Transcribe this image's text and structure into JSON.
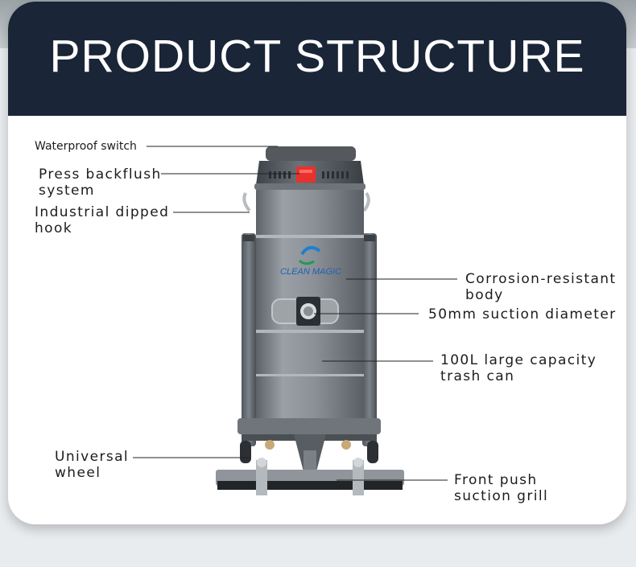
{
  "header": {
    "title": "PRODUCT STRUCTURE"
  },
  "product": {
    "logo_text": "CLEAN MAGIC"
  },
  "callouts": {
    "waterproof_switch": [
      "Waterproof switch"
    ],
    "backflush": [
      "Press backflush",
      "system"
    ],
    "hook": [
      "Industrial dipped",
      "hook"
    ],
    "body": [
      "Corrosion-resistant",
      "body"
    ],
    "suction_diameter": [
      "50mm suction diameter"
    ],
    "capacity": [
      "100L large capacity",
      "trash can"
    ],
    "wheel": [
      "Universal",
      "wheel"
    ],
    "grill": [
      "Front push",
      "suction grill"
    ]
  },
  "colors": {
    "banner": "#1a2537",
    "tank": "#8d939a",
    "switch": "#e8322d"
  }
}
